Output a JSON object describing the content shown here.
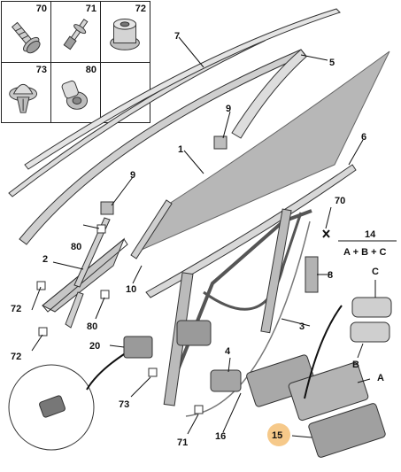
{
  "legend": {
    "items": [
      {
        "ref": "70",
        "icon": "screw-icon"
      },
      {
        "ref": "71",
        "icon": "rivet-icon"
      },
      {
        "ref": "72",
        "icon": "clip-nut-icon"
      },
      {
        "ref": "73",
        "icon": "push-clip-icon"
      },
      {
        "ref": "80",
        "icon": "plug-clip-icon"
      }
    ]
  },
  "callouts": {
    "c1": "1",
    "c2": "2",
    "c3": "3",
    "c4": "4",
    "c5": "5",
    "c6": "6",
    "c7": "7",
    "c8": "8",
    "c9a": "9",
    "c9b": "9",
    "c10": "10",
    "c15": "15",
    "c16": "16",
    "c20": "20",
    "c70": "70",
    "c71": "71",
    "c72a": "72",
    "c72b": "72",
    "c73": "73",
    "c80a": "80",
    "c80b": "80",
    "cA": "A",
    "cB": "B",
    "cC": "C"
  },
  "formula": {
    "number": "14",
    "text": "A + B + C"
  },
  "highlight_color": "#f6c98a"
}
